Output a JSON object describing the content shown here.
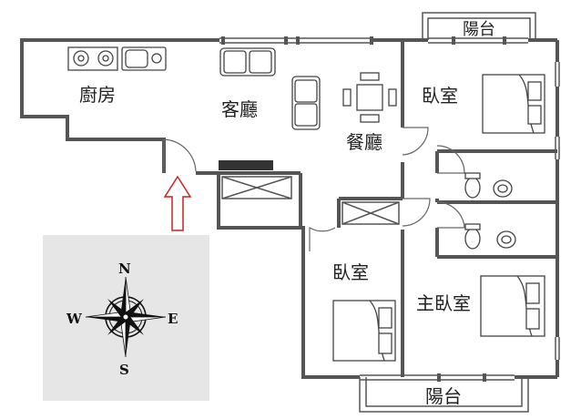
{
  "rooms": {
    "kitchen": "廚房",
    "living": "客廳",
    "dining": "餐廳",
    "bedroom_top": "臥室",
    "bedroom_mid": "臥室",
    "master": "主臥室",
    "balcony_top": "陽台",
    "balcony_bottom": "陽台"
  },
  "compass": {
    "n": "N",
    "s": "S",
    "e": "E",
    "w": "W"
  },
  "colors": {
    "wall": "#555555",
    "compass_bg": "#e6e6e6",
    "entry_arrow": "#d21f1f"
  }
}
